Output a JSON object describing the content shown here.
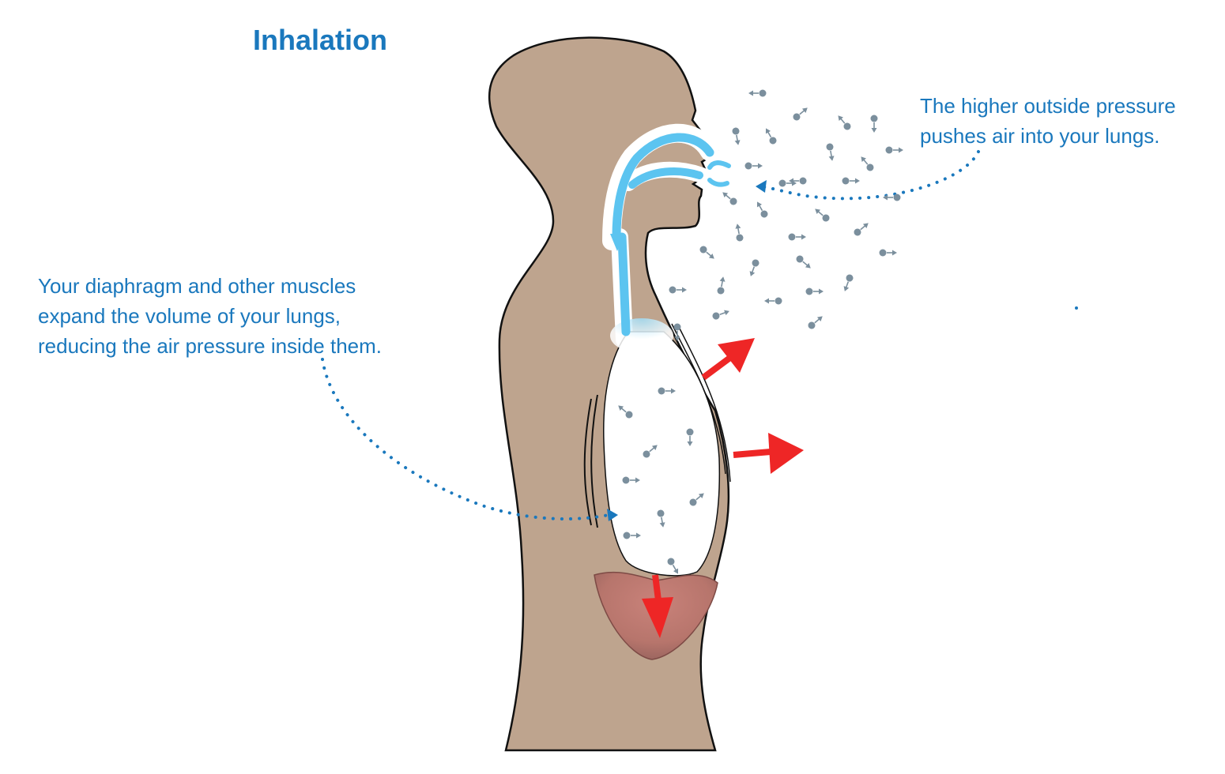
{
  "title": "Inhalation",
  "captions": {
    "outside_pressure": [
      "The higher outside pressure",
      "pushes air into your lungs."
    ],
    "muscles": [
      "Your diaphragm and other muscles",
      "expand the volume of your lungs,",
      "reducing the air pressure inside them."
    ]
  },
  "colors": {
    "body": "#bea48e",
    "outline": "#111111",
    "label_blue": "#1a78bd",
    "airway_blue": "#5cc4f0",
    "force_arrow_red": "#ee2626",
    "diaphragm": "#b5756c",
    "molecule": "#7b8f9d"
  },
  "icons": [
    "air-molecule-icon",
    "force-arrow-icon",
    "airflow-arrow-icon",
    "pointer-arrow-icon"
  ]
}
